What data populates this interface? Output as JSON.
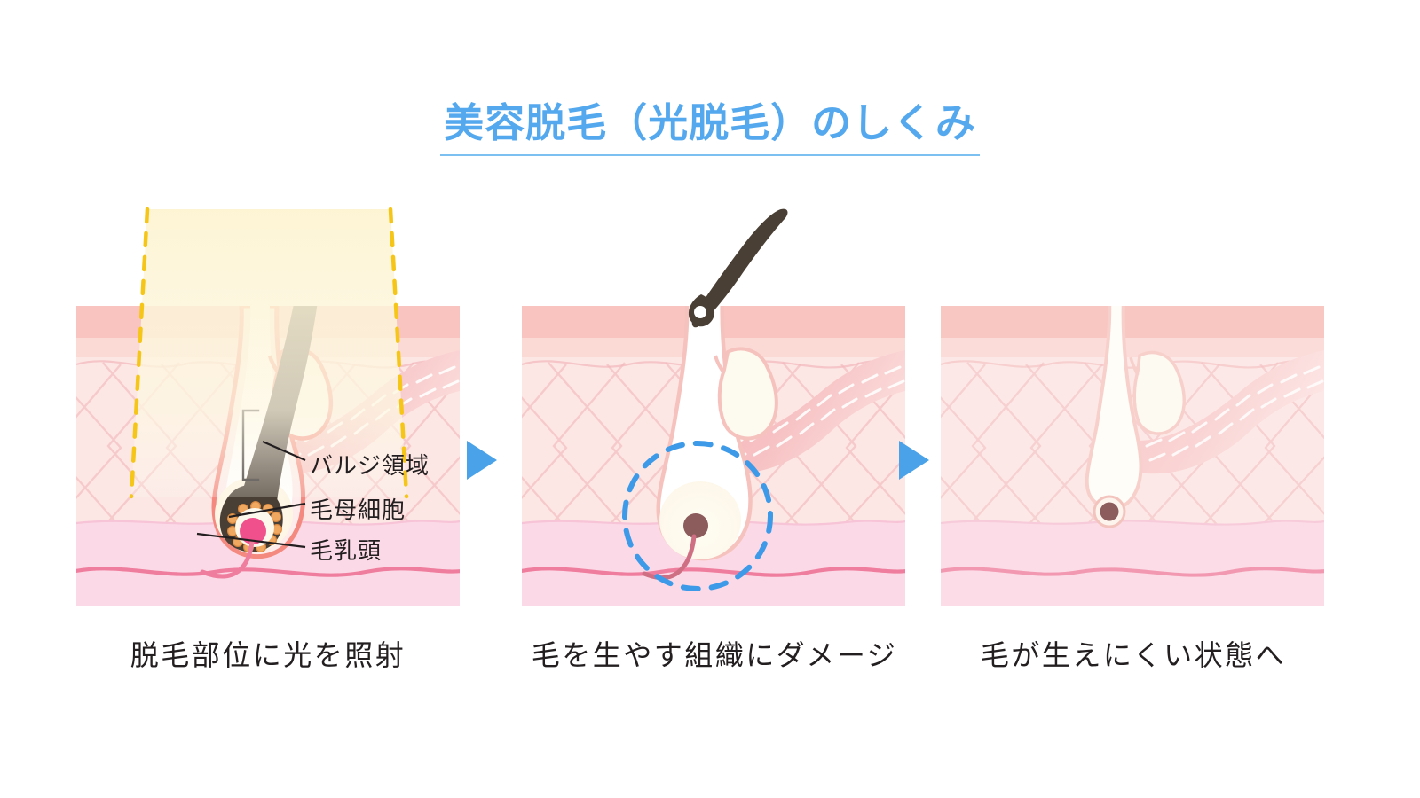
{
  "title": {
    "text": "美容脱毛（光脱毛）のしくみ",
    "color": "#54a8ee",
    "underline_color": "#7cc0f2"
  },
  "panels": [
    {
      "id": "panel-1",
      "caption": "脱毛部位に光を照射",
      "state": "light-irradiation",
      "hair_present": true,
      "light_beam": {
        "visible": true,
        "fill": "#fdf6dc",
        "dash_color": "#f5c518"
      },
      "papilla_color": "#f0508c",
      "matrix_dot_color": "#f0a860",
      "hair_color": "#4a3f35"
    },
    {
      "id": "panel-2",
      "caption": "毛を生やす組織にダメージ",
      "state": "tissue-damage",
      "hair_present": true,
      "hair_detached": true,
      "damage_circle": {
        "visible": true,
        "color": "#3d9ae8"
      },
      "papilla_color": "#8c5b5b",
      "hair_color": "#4a3f35"
    },
    {
      "id": "panel-3",
      "caption": "毛が生えにくい状態へ",
      "state": "dormant-follicle",
      "hair_present": false,
      "papilla_color": "#8c5b5b",
      "faded": true
    }
  ],
  "callouts": [
    {
      "key": "bulge",
      "label": "バルジ領域",
      "marker": "bracket"
    },
    {
      "key": "matrix",
      "label": "毛母細胞",
      "marker": "leader-line"
    },
    {
      "key": "papilla",
      "label": "毛乳頭",
      "marker": "leader-line"
    }
  ],
  "arrows": [
    {
      "key": "arrow-1",
      "glyph": "triangle-right",
      "color": "#4aa3e8"
    },
    {
      "key": "arrow-2",
      "glyph": "triangle-right",
      "color": "#4aa3e8"
    }
  ],
  "skin_layers": {
    "epidermis_color": "#f8ccc8",
    "epidermis_top_color": "#f9c3bd",
    "dermis_color": "#fce6e4",
    "subcutaneous_color": "#fbd9e6",
    "collagen_line_color": "#f3b9bc",
    "vessel_color": "#ef7d9d"
  }
}
